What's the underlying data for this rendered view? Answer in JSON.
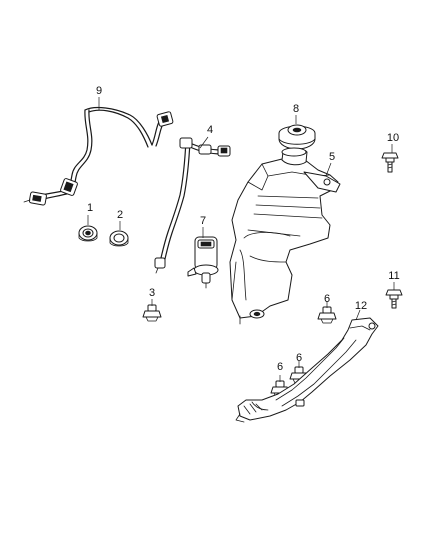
{
  "callouts": {
    "p1": "1",
    "p2": "2",
    "p3": "3",
    "p4": "4",
    "p5": "5",
    "p6a": "6",
    "p6b": "6",
    "p6c": "6",
    "p7": "7",
    "p8": "8",
    "p9": "9",
    "p10": "10",
    "p11": "11",
    "p12": "12"
  }
}
